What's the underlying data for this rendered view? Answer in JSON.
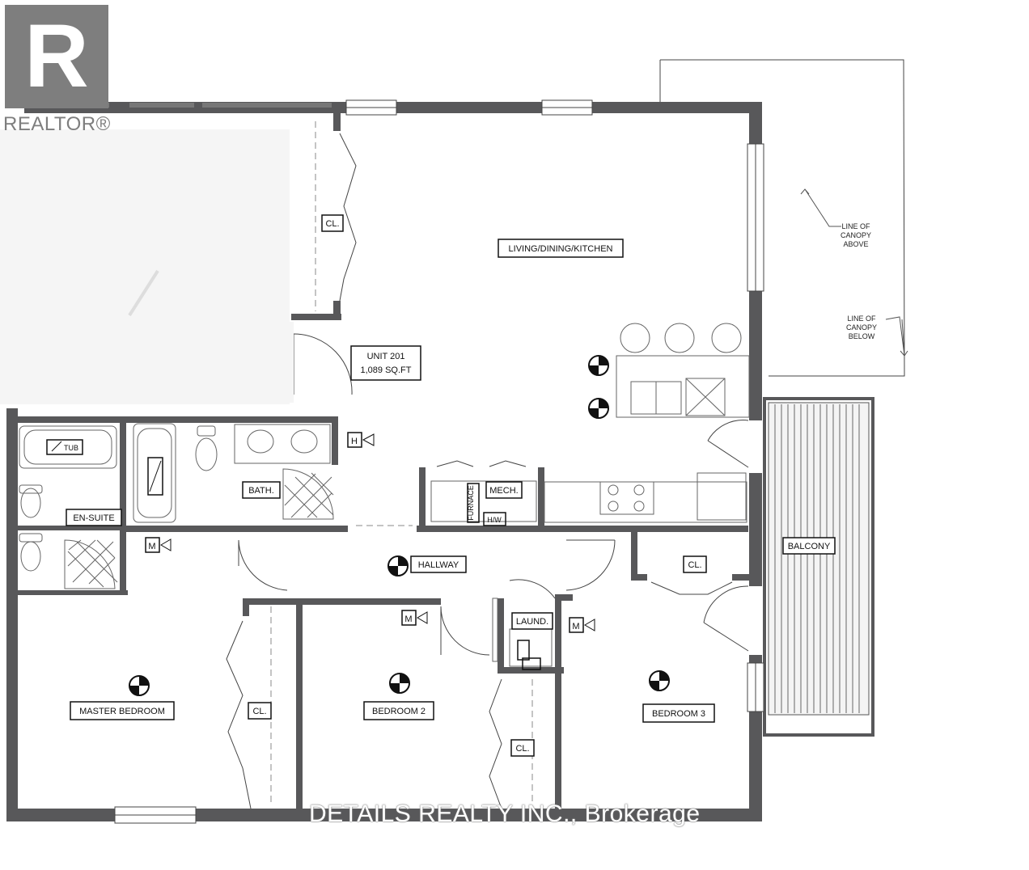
{
  "brand": {
    "logo_letter": "R",
    "logo_text": "REALTOR®",
    "watermark": "DETAILS REALTY INC., Brokerage"
  },
  "rooms": {
    "living": "LIVING/DINING/KITCHEN",
    "unit": "UNIT 201",
    "sqft": "1,089 SQ.FT",
    "bath": "BATH.",
    "mech": "MECH.",
    "ensuite": "EN-SUITE",
    "hallway": "HALLWAY",
    "balcony": "BALCONY",
    "laund": "LAUND.",
    "master": "MASTER BEDROOM",
    "bedroom2": "BEDROOM 2",
    "bedroom3": "BEDROOM 3"
  },
  "closet_label": "CL.",
  "fixtures": {
    "tub": "TUB",
    "furnace": "FURNACE",
    "hw": "H/W",
    "h_marker": "H",
    "m_marker": "M"
  },
  "notes": {
    "canopy_above": [
      "LINE OF",
      "CANOPY",
      "ABOVE"
    ],
    "canopy_below": [
      "LINE OF",
      "CANOPY",
      "BELOW"
    ]
  },
  "colors": {
    "wall": "#58585a",
    "line": "#444444",
    "logo": "#7e7e7e"
  }
}
